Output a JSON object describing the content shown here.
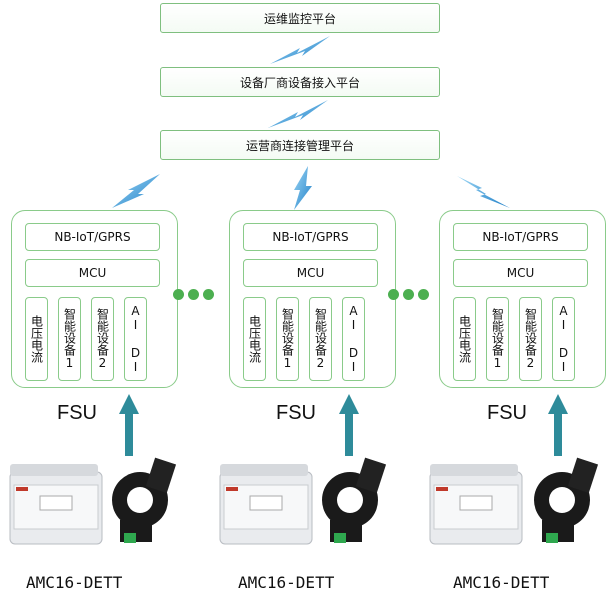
{
  "platforms": {
    "ops": "运维监控平台",
    "vendor": "设备厂商设备接入平台",
    "carrier": "运营商连接管理平台"
  },
  "fsu_units": [
    {
      "comm": "NB-IoT/GPRS",
      "mcu": "MCU",
      "col1": "电压电流",
      "col2": "智能设备1",
      "col3": "智能设备2",
      "col4": "AI DI",
      "label": "FSU",
      "model": "AMC16-DETT"
    },
    {
      "comm": "NB-IoT/GPRS",
      "mcu": "MCU",
      "col1": "电压电流",
      "col2": "智能设备1",
      "col3": "智能设备2",
      "col4": "AI DI",
      "label": "FSU",
      "model": "AMC16-DETT"
    },
    {
      "comm": "NB-IoT/GPRS",
      "mcu": "MCU",
      "col1": "电压电流",
      "col2": "智能设备1",
      "col3": "智能设备2",
      "col4": "AI DI",
      "label": "FSU",
      "model": "AMC16-DETT"
    }
  ],
  "colors": {
    "box_border": "#8acb8a",
    "dots": "#4caf50",
    "arrow": "#2e8b9a",
    "bolt": "#3aa0e0"
  }
}
